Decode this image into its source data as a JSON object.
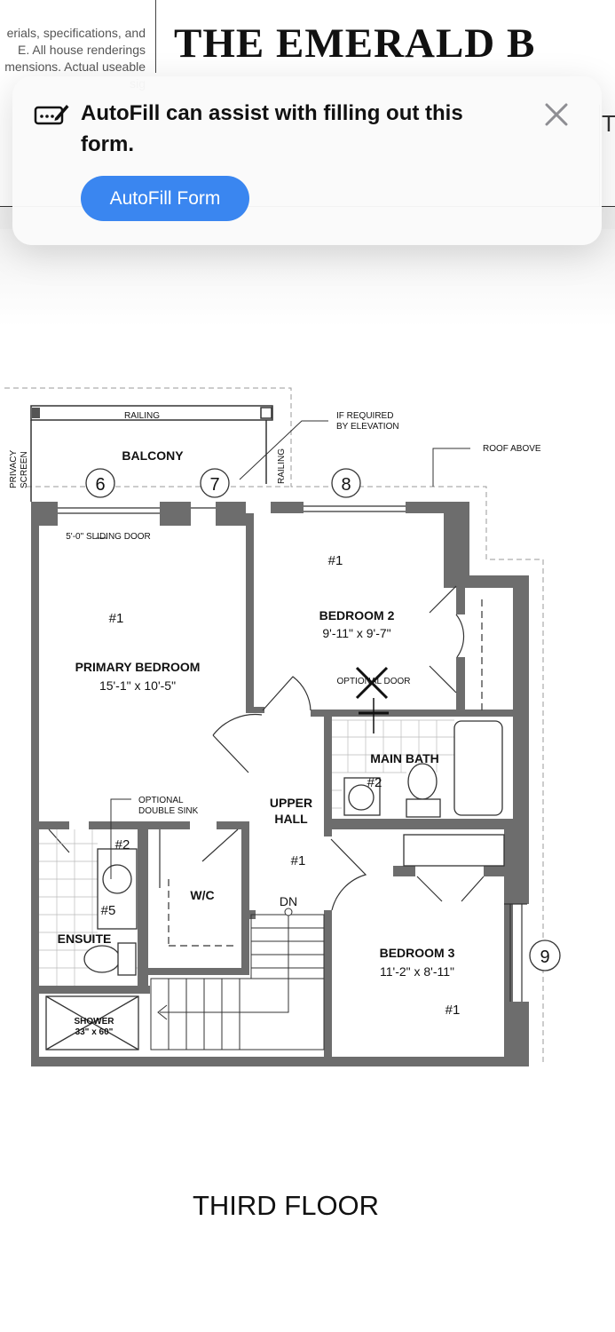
{
  "document": {
    "disclaimer_lines": [
      "erials, specifications, and",
      "E.  All house renderings",
      "mensions. Actual useable",
      "sig"
    ],
    "title": "THE EMERALD B",
    "header_right_text": "T"
  },
  "autofill_banner": {
    "message": "AutoFill can assist with filling out this form.",
    "button_label": "AutoFill Form",
    "icon": "autofill-form-icon",
    "close_icon": "close-icon"
  },
  "floor_plan": {
    "floor_title": "THIRD FLOOR",
    "labels": {
      "railing_top": "RAILING",
      "railing_side": "RAILING",
      "if_required": "IF REQUIRED",
      "by_elevation": "BY ELEVATION",
      "roof_above": "ROOF ABOVE",
      "privacy": "PRIVACY",
      "screen": "SCREEN",
      "balcony": "BALCONY",
      "sliding_door": "5'-0\" SLIDING DOOR",
      "primary_mark": "#1",
      "primary_name": "PRIMARY BEDROOM",
      "primary_dims": "15'-1\" x 10'-5\"",
      "bed2_mark": "#1",
      "bed2_name": "BEDROOM 2",
      "bed2_dims": "9'-11\" x 9'-7\"",
      "optional_door": "OPTIONAL DOOR",
      "main_bath": "MAIN BATH",
      "main_bath_mark": "#2",
      "optional_sink": "OPTIONAL",
      "double_sink": "DOUBLE SINK",
      "ensuite_mark2": "#2",
      "ensuite_mark5": "#5",
      "ensuite": "ENSUITE",
      "wc": "W/C",
      "upper": "UPPER",
      "hall": "HALL",
      "hall_mark": "#1",
      "dn": "DN",
      "bed3_name": "BEDROOM 3",
      "bed3_dims": "11'-2\" x 8'-11\"",
      "bed3_mark": "#1",
      "shower": "SHOWER",
      "shower_dims": "33\" x 60\""
    },
    "grid_markers": [
      "6",
      "7",
      "8",
      "9"
    ]
  }
}
